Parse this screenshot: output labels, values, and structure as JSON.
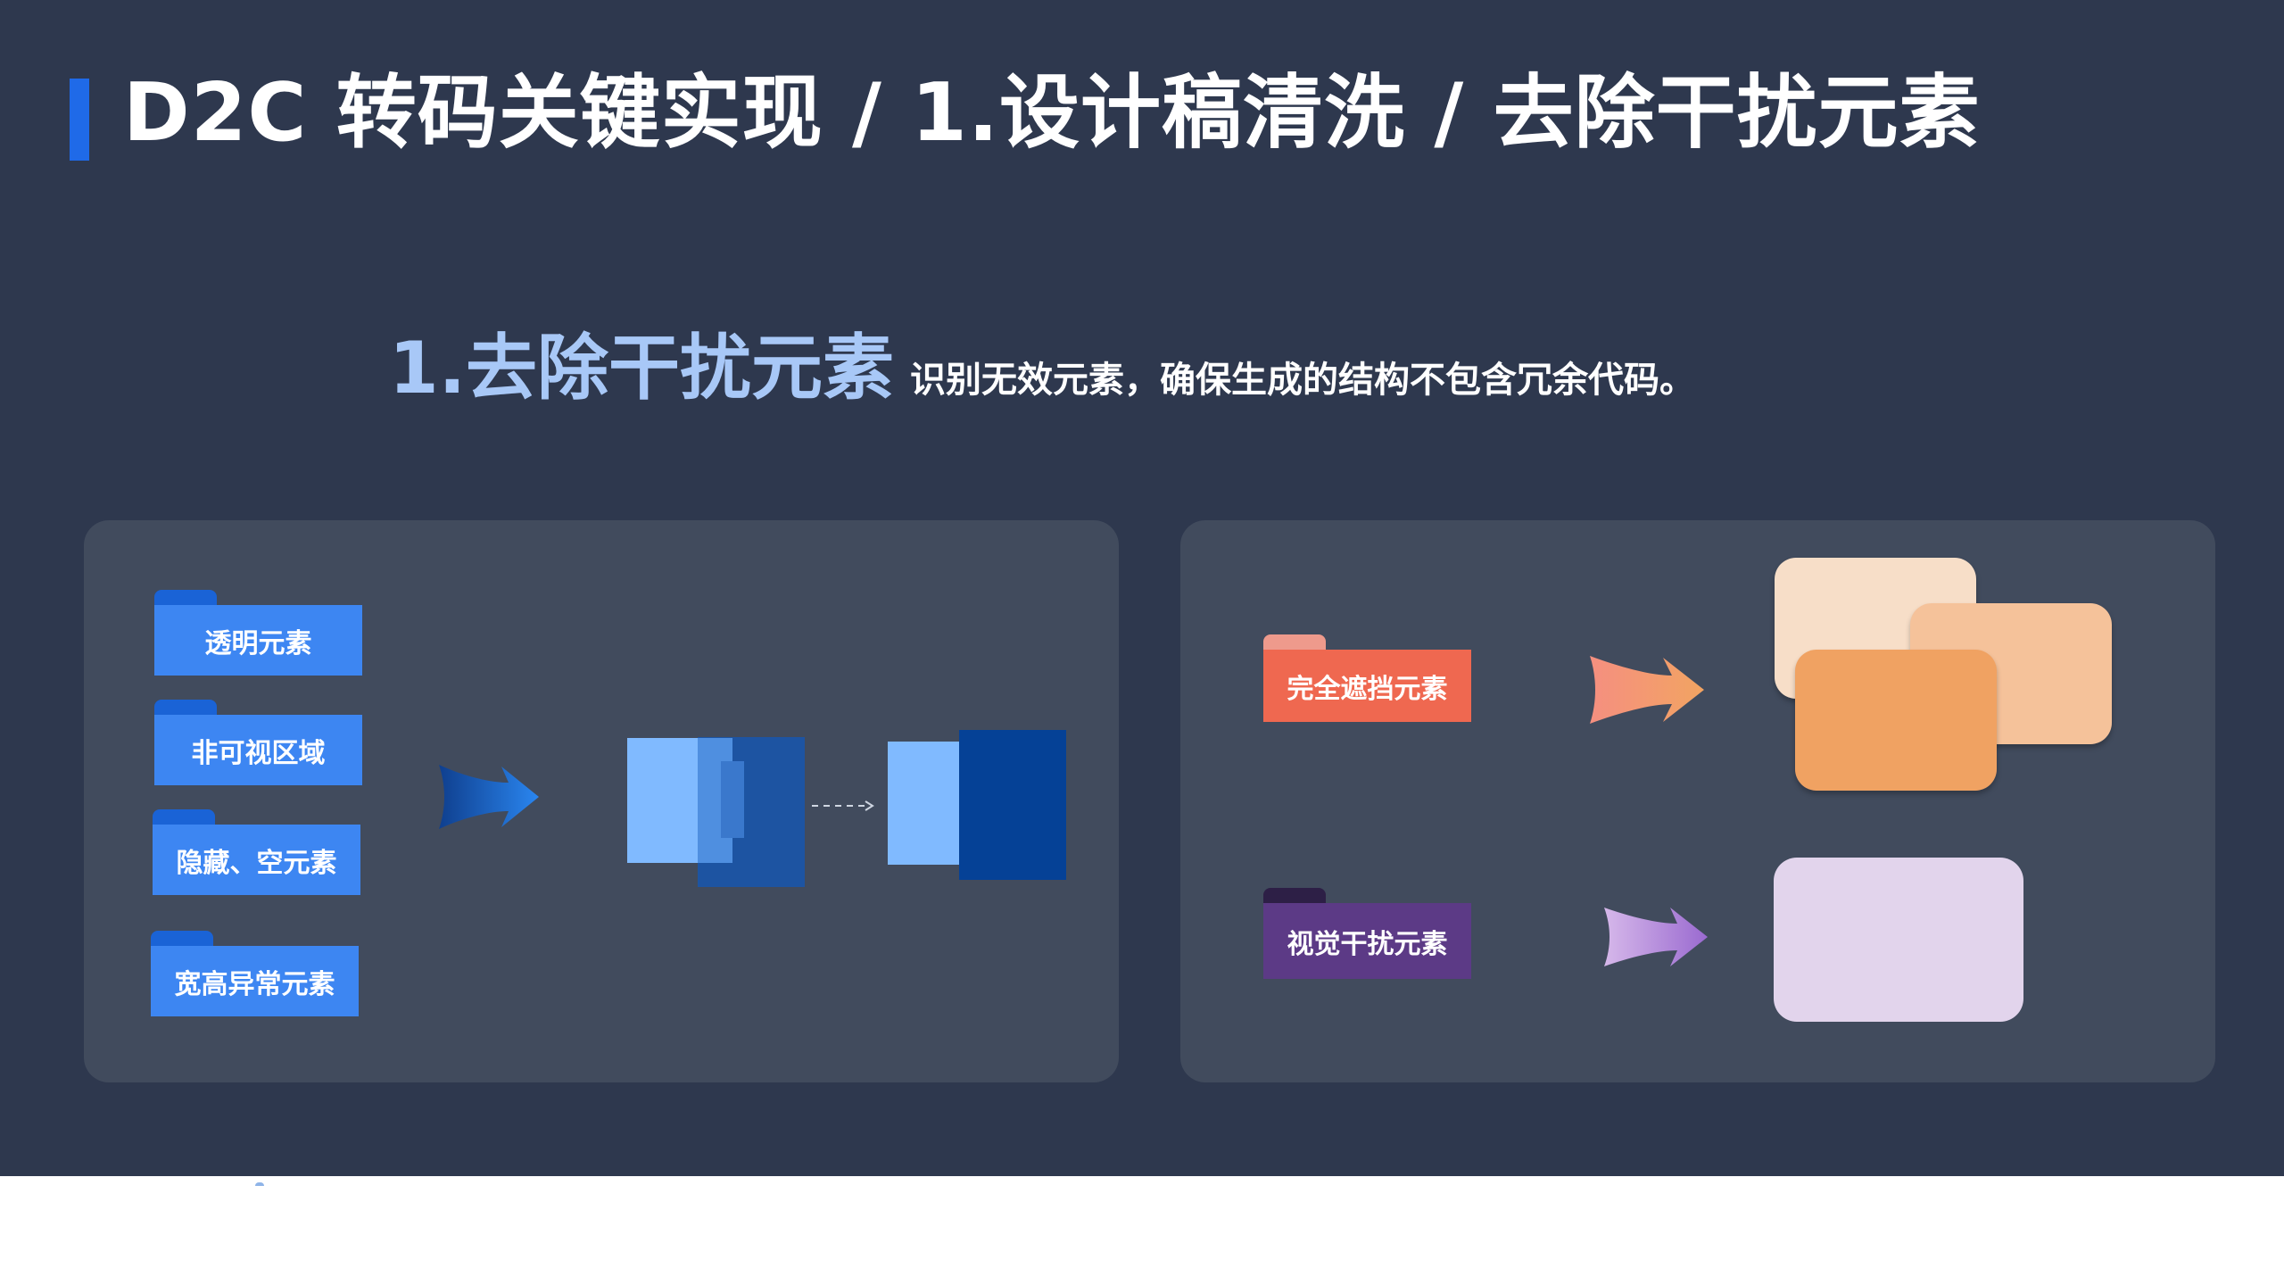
{
  "header": {
    "title": "D2C 转码关键实现 / 1.设计稿清洗 / 去除干扰元素"
  },
  "section": {
    "heading": "1.去除干扰元素",
    "description": "识别无效元素，确保生成的结构不包含冗余代码。"
  },
  "left_panel": {
    "categories": [
      "透明元素",
      "非可视区域",
      "隐藏、空元素",
      "宽高异常元素"
    ]
  },
  "right_panel": {
    "occlusion_label": "完全遮挡元素",
    "visual_label": "视觉干扰元素"
  },
  "colors": {
    "background": "#2e384e",
    "panel": "#414b5d",
    "accent_blue": "#1f6ae8",
    "heading_blue": "#a8c8f7",
    "orange": "#f0a262",
    "lavender": "#e2d4ec"
  }
}
